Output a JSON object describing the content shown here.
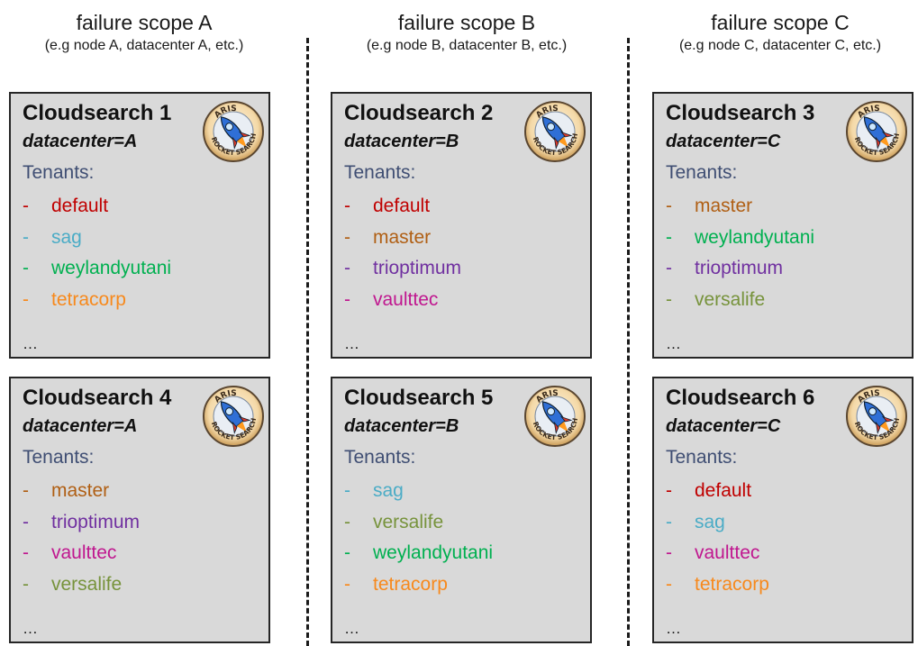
{
  "scopes": [
    {
      "title": "failure scope A",
      "subtitle": "(e.g node A, datacenter A, etc.)"
    },
    {
      "title": "failure scope B",
      "subtitle": "(e.g node B, datacenter B, etc.)"
    },
    {
      "title": "failure scope C",
      "subtitle": "(e.g node C, datacenter C, etc.)"
    }
  ],
  "logo": {
    "top_text": "ARIS",
    "bottom_text": "ROCKET SEARCH",
    "icon": "rocket-icon"
  },
  "tenant_colors": {
    "default": "#c00000",
    "sag": "#4bacc6",
    "weylandyutani": "#00b050",
    "tetracorp": "#f7891c",
    "master": "#b05f14",
    "trioptimum": "#7030a0",
    "vaulttec": "#c0178f",
    "versalife": "#77933c"
  },
  "cards": [
    {
      "title": "Cloudsearch 1",
      "datacenter": "datacenter=A",
      "tenants_label": "Tenants:",
      "dash": "-",
      "tenants": [
        "default",
        "sag",
        "weylandyutani",
        "tetracorp"
      ],
      "ellipsis": "…"
    },
    {
      "title": "Cloudsearch 2",
      "datacenter": "datacenter=B",
      "tenants_label": "Tenants:",
      "dash": "-",
      "tenants": [
        "default",
        "master",
        "trioptimum",
        "vaulttec"
      ],
      "ellipsis": "…"
    },
    {
      "title": "Cloudsearch 3",
      "datacenter": "datacenter=C",
      "tenants_label": "Tenants:",
      "dash": "-",
      "tenants": [
        "master",
        "weylandyutani",
        "trioptimum",
        "versalife"
      ],
      "ellipsis": "…"
    },
    {
      "title": "Cloudsearch 4",
      "datacenter": "datacenter=A",
      "tenants_label": "Tenants:",
      "dash": "-",
      "tenants": [
        "master",
        "trioptimum",
        "vaulttec",
        "versalife"
      ],
      "ellipsis": "…"
    },
    {
      "title": "Cloudsearch 5",
      "datacenter": "datacenter=B",
      "tenants_label": "Tenants:",
      "dash": "-",
      "tenants": [
        "sag",
        "versalife",
        "weylandyutani",
        "tetracorp"
      ],
      "ellipsis": "…"
    },
    {
      "title": "Cloudsearch 6",
      "datacenter": "datacenter=C",
      "tenants_label": "Tenants:",
      "dash": "-",
      "tenants": [
        "default",
        "sag",
        "vaulttec",
        "tetracorp"
      ],
      "ellipsis": "…"
    }
  ]
}
